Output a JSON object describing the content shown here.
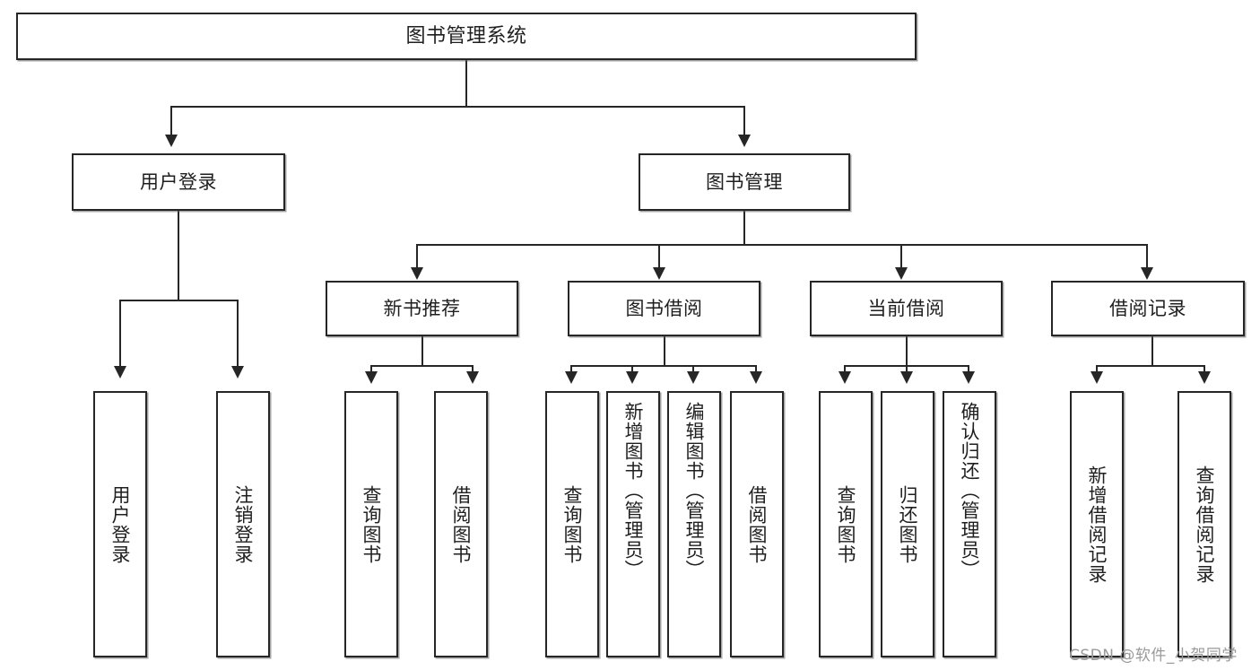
{
  "diagram": {
    "title": "图书管理系统",
    "type": "tree-hierarchy-chart",
    "root": {
      "label": "图书管理系统",
      "children": [
        {
          "label": "用户登录",
          "children": [
            {
              "label": "用户登录"
            },
            {
              "label": "注销登录"
            }
          ]
        },
        {
          "label": "图书管理",
          "children": [
            {
              "label": "新书推荐",
              "children": [
                {
                  "label": "查询图书"
                },
                {
                  "label": "借阅图书"
                }
              ]
            },
            {
              "label": "图书借阅",
              "children": [
                {
                  "label": "查询图书"
                },
                {
                  "label": "新增图书（管理员）"
                },
                {
                  "label": "编辑图书（管理员）"
                },
                {
                  "label": "借阅图书"
                }
              ]
            },
            {
              "label": "当前借阅",
              "children": [
                {
                  "label": "查询图书"
                },
                {
                  "label": "归还图书"
                },
                {
                  "label": "确认归还（管理员）"
                }
              ]
            },
            {
              "label": "借阅记录",
              "children": [
                {
                  "label": "新增借阅记录"
                },
                {
                  "label": "查询借阅记录"
                }
              ]
            }
          ]
        }
      ]
    }
  },
  "nodes": {
    "root": "图书管理系统",
    "user_login": "用户登录",
    "book_manage": "图书管理",
    "new_book_rec": "新书推荐",
    "book_borrow": "图书借阅",
    "current_borrow": "当前借阅",
    "borrow_record": "借阅记录",
    "leaf_user_login": "用户登录",
    "leaf_logout": "注销登录",
    "leaf_query_book_1": "查询图书",
    "leaf_borrow_book_1": "借阅图书",
    "leaf_query_book_2": "查询图书",
    "leaf_add_book_admin": "新增图书（管理员）",
    "leaf_edit_book_admin": "编辑图书（管理员）",
    "leaf_borrow_book_2": "借阅图书",
    "leaf_query_book_3": "查询图书",
    "leaf_return_book": "归还图书",
    "leaf_confirm_return_admin": "确认归还（管理员）",
    "leaf_add_record": "新增借阅记录",
    "leaf_query_record": "查询借阅记录"
  },
  "watermark": {
    "text": "CSDN @软件_小贺同学"
  },
  "colors": {
    "stroke": "#262626",
    "fill": "#ffffff",
    "text": "#1f1f1f",
    "watermark": "#9a9a9a"
  }
}
